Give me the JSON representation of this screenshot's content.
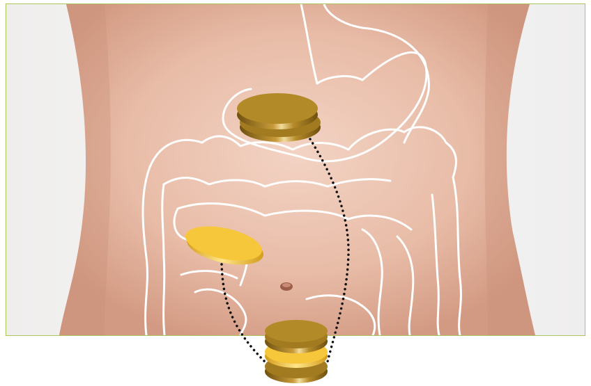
{
  "colors": {
    "background": "#ffffff",
    "frame_border": "#a8c65a",
    "skin_light": "#f4d9cb",
    "skin_mid": "#e6b8a2",
    "skin_shadow": "#c98f77",
    "outline": "#ffffff",
    "coin_bronze": "#b38a28",
    "coin_bronze_dark": "#7a5a12",
    "coin_gold": "#f6c73a",
    "coin_gold_dark": "#d9a420",
    "dotted_path": "#111111"
  },
  "icons": [
    "stomach-outline",
    "intestine-outline",
    "coin-stack"
  ]
}
